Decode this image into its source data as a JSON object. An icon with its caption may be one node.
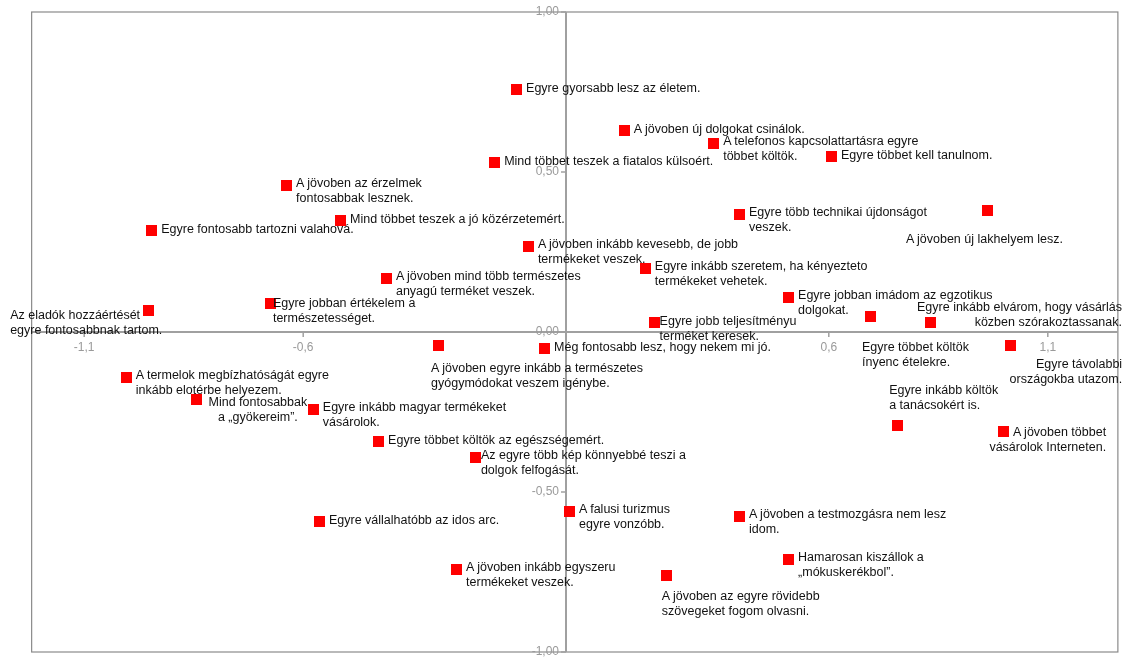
{
  "diagram": {
    "chart_data": {
      "type": "scatter",
      "x": [
        -0.114,
        0.132,
        0.336,
        0.605,
        -0.164,
        -0.639,
        -0.516,
        -0.947,
        0.395,
        0.961,
        -0.087,
        0.18,
        -0.411,
        0.507,
        -0.954,
        -0.676,
        0.831,
        0.2,
        0.694,
        1.014,
        -1.005,
        -0.292,
        -0.05,
        -0.845,
        -0.578,
        -0.429,
        -0.208,
        0.756,
        0.998,
        0.007,
        0.395,
        -0.564,
        0.507,
        -0.251,
        0.228
      ],
      "series": [
        {
          "color": "#ff0000",
          "values": [
            0.76,
            0.63,
            0.59,
            0.55,
            0.53,
            0.46,
            0.35,
            0.32,
            0.37,
            0.38,
            0.27,
            0.2,
            0.17,
            0.11,
            0.07,
            0.09,
            0.03,
            0.03,
            0.05,
            -0.04,
            -0.14,
            -0.04,
            -0.05,
            -0.21,
            -0.24,
            -0.34,
            -0.39,
            -0.29,
            -0.31,
            -0.56,
            -0.575,
            -0.59,
            -0.71,
            -0.74,
            -0.76
          ]
        }
      ],
      "xlim": [
        -1.22,
        1.26
      ],
      "ylim": [
        -1,
        1
      ],
      "xticks": [
        {
          "value": -1.1,
          "label": "-1,1"
        },
        {
          "value": -0.6,
          "label": "-0,6"
        },
        {
          "value": 0.6,
          "label": "0,6"
        },
        {
          "value": 1.1,
          "label": "1,1"
        }
      ],
      "yticks": [
        {
          "value": 1,
          "label": "1,00"
        },
        {
          "value": 0.5,
          "label": "0,50"
        },
        {
          "value": 0,
          "label": "0,00"
        },
        {
          "value": -0.5,
          "label": "-0,50"
        },
        {
          "value": -1,
          "label": "-1,00"
        }
      ],
      "annotations": [
        {
          "x": -0.114,
          "y": 0.76,
          "text": "Egyre gyorsabb lesz az életem."
        },
        {
          "x": 0.132,
          "y": 0.63,
          "text": "A jövoben új dolgokat csinálok."
        },
        {
          "x": 0.336,
          "y": 0.59,
          "text": "A telefonos kapcsolattartásra egyre többet költök."
        },
        {
          "x": 0.605,
          "y": 0.55,
          "text": "Egyre többet kell tanulnom."
        },
        {
          "x": -0.164,
          "y": 0.53,
          "text": "Mind többet teszek a fiatalos külsoért."
        },
        {
          "x": -0.639,
          "y": 0.46,
          "text": "A jövoben az érzelmek fontosabbak lesznek."
        },
        {
          "x": -0.516,
          "y": 0.35,
          "text": "Mind többet teszek a jó közérzetemért."
        },
        {
          "x": -0.947,
          "y": 0.32,
          "text": "Egyre fontosabb tartozni valahová."
        },
        {
          "x": 0.395,
          "y": 0.37,
          "text": "Egyre több technikai újdonságot veszek."
        },
        {
          "x": 0.961,
          "y": 0.38,
          "text": "A jövoben új lakhelyem lesz."
        },
        {
          "x": -0.087,
          "y": 0.27,
          "text": "A jövoben inkább kevesebb, de jobb termékeket veszek."
        },
        {
          "x": 0.18,
          "y": 0.2,
          "text": "Egyre inkább szeretem, ha kényezteto termékeket vehetek."
        },
        {
          "x": -0.411,
          "y": 0.17,
          "text": "A jövoben mind több természetes anyagú terméket veszek."
        },
        {
          "x": 0.507,
          "y": 0.11,
          "text": "Egyre jobban imádom az egzotikus dolgokat."
        },
        {
          "x": -0.954,
          "y": 0.07,
          "text": "Az eladók hozzáértését egyre fontosabbnak tartom."
        },
        {
          "x": -0.676,
          "y": 0.09,
          "text": "Egyre jobban értékelem a természetességet."
        },
        {
          "x": 0.831,
          "y": 0.03,
          "text": "Egyre inkább elvárom, hogy vásárlás közben szórakoztassanak."
        },
        {
          "x": 0.2,
          "y": 0.03,
          "text": "Egyre jobb teljesítményu terméket keresek."
        },
        {
          "x": 0.694,
          "y": 0.05,
          "text": "Egyre többet költök ínyenc ételekre."
        },
        {
          "x": 1.014,
          "y": -0.04,
          "text": "Egyre távolabbi országokba utazom."
        },
        {
          "x": -1.005,
          "y": -0.14,
          "text": "A termelok megbízhatóságát egyre inkább elotérbe helyezem."
        },
        {
          "x": -0.292,
          "y": -0.04,
          "text": "A jövoben egyre inkább a természetes gyógymódokat veszem igénybe."
        },
        {
          "x": -0.05,
          "y": -0.05,
          "text": "Még fontosabb lesz, hogy nekem mi jó."
        },
        {
          "x": -0.845,
          "y": -0.21,
          "text": "Mind fontosabbak a „gyökereim”."
        },
        {
          "x": -0.578,
          "y": -0.24,
          "text": "Egyre inkább magyar termékeket vásárolok."
        },
        {
          "x": -0.429,
          "y": -0.34,
          "text": "Egyre többet költök az egészségemért."
        },
        {
          "x": -0.208,
          "y": -0.39,
          "text": "Az egyre több kép könnyebbé teszi a dolgok felfogását."
        },
        {
          "x": 0.756,
          "y": -0.29,
          "text": "Egyre inkább költök a tanácsokért is."
        },
        {
          "x": 0.998,
          "y": -0.31,
          "text": "A jövoben többet vásárolok Interneten."
        },
        {
          "x": 0.007,
          "y": -0.56,
          "text": "A falusi turizmus egyre vonzóbb."
        },
        {
          "x": 0.395,
          "y": -0.575,
          "text": "A jövoben a testmozgásra nem lesz idom."
        },
        {
          "x": -0.564,
          "y": -0.59,
          "text": "Egyre vállalhatóbb az idos arc."
        },
        {
          "x": 0.507,
          "y": -0.71,
          "text": "Hamarosan kiszállok a „mókuskerékbol”."
        },
        {
          "x": -0.251,
          "y": -0.74,
          "text": "A jövoben inkább egyszeru termékeket veszek."
        },
        {
          "x": 0.228,
          "y": -0.76,
          "text": "A jövoben az egyre rövidebb szövegeket fogom olvasni."
        }
      ]
    }
  }
}
